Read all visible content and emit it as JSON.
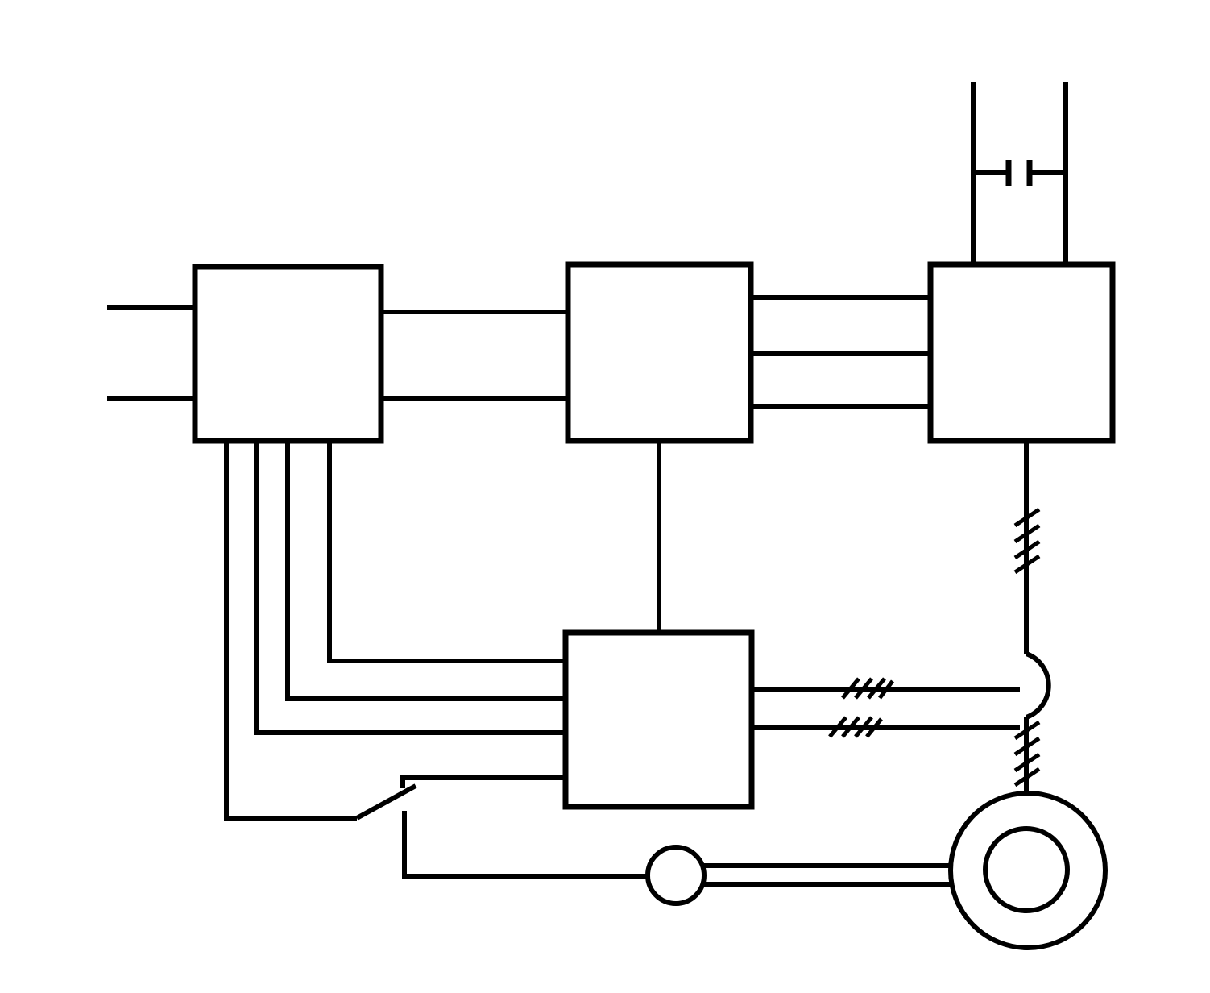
{
  "diagram": {
    "kind": "block-schematic",
    "background_color": "#ffffff",
    "line_color": "#000000",
    "blocks": [
      {
        "id": "block-1"
      },
      {
        "id": "block-2"
      },
      {
        "id": "block-3"
      },
      {
        "id": "block-4"
      }
    ],
    "symbols": {
      "capacitor": "capacitor-icon",
      "switch": "switch-icon",
      "junction": "arc-crossover",
      "sensor": "sensor-circle",
      "motor": "motor-icon"
    }
  }
}
